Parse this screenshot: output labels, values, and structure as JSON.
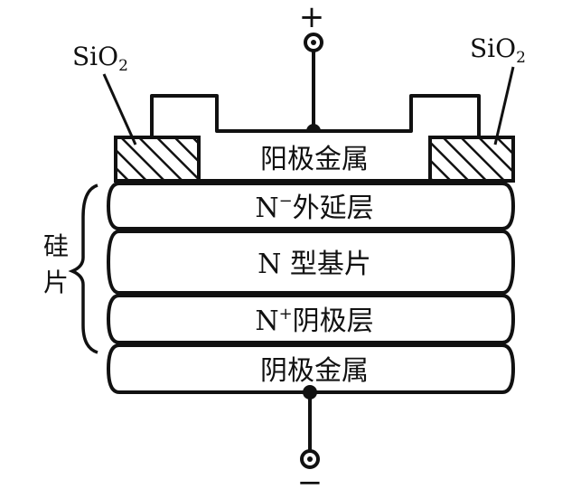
{
  "labels": {
    "sio2_left": "SiO",
    "sio2_right": "SiO",
    "sio2_sub": "2",
    "plus": "+",
    "minus": "−",
    "wafer_char1": "硅",
    "wafer_char2": "片",
    "anode_metal": "阳极金属",
    "n_minus_base": "N",
    "n_minus_sup": "−",
    "n_minus_text": "外延层",
    "n_substrate": "N 型基片",
    "n_plus_base": "N",
    "n_plus_sup": "+",
    "n_plus_text": "阴极层",
    "cathode_metal": "阴极金属"
  }
}
